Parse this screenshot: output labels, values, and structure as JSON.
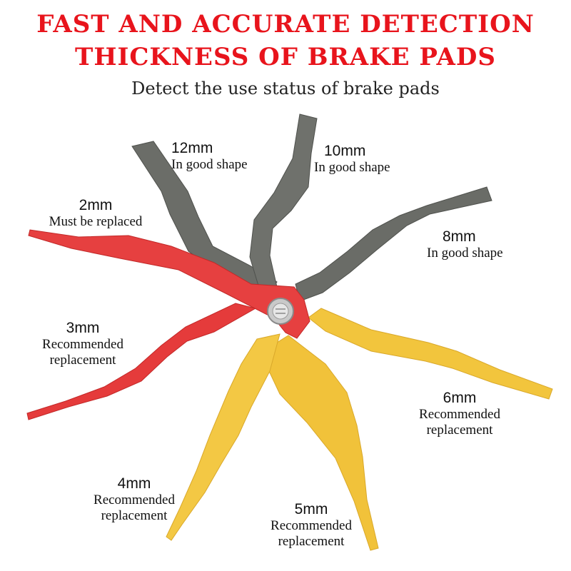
{
  "header": {
    "title_line1": "FAST AND ACCURATE DETECTION",
    "title_line2": "THICKNESS OF BRAKE PADS",
    "subtitle": "Detect the use status of brake pads"
  },
  "colors": {
    "title": "#e8141c",
    "good": "#6b6d68",
    "replace": "#f0c43a",
    "must": "#e83a3a"
  },
  "gauges": [
    {
      "size": "12mm",
      "line1": "In good shape",
      "line2": "",
      "status": "good"
    },
    {
      "size": "10mm",
      "line1": "In good shape",
      "line2": "",
      "status": "good"
    },
    {
      "size": "8mm",
      "line1": "In good shape",
      "line2": "",
      "status": "good"
    },
    {
      "size": "2mm",
      "line1": "Must be replaced",
      "line2": "",
      "status": "must"
    },
    {
      "size": "3mm",
      "line1": "Recommended",
      "line2": "replacement",
      "status": "must"
    },
    {
      "size": "6mm",
      "line1": "Recommended",
      "line2": "replacement",
      "status": "replace"
    },
    {
      "size": "4mm",
      "line1": "Recommended",
      "line2": "replacement",
      "status": "replace"
    },
    {
      "size": "5mm",
      "line1": "Recommended",
      "line2": "replacement",
      "status": "replace"
    }
  ]
}
